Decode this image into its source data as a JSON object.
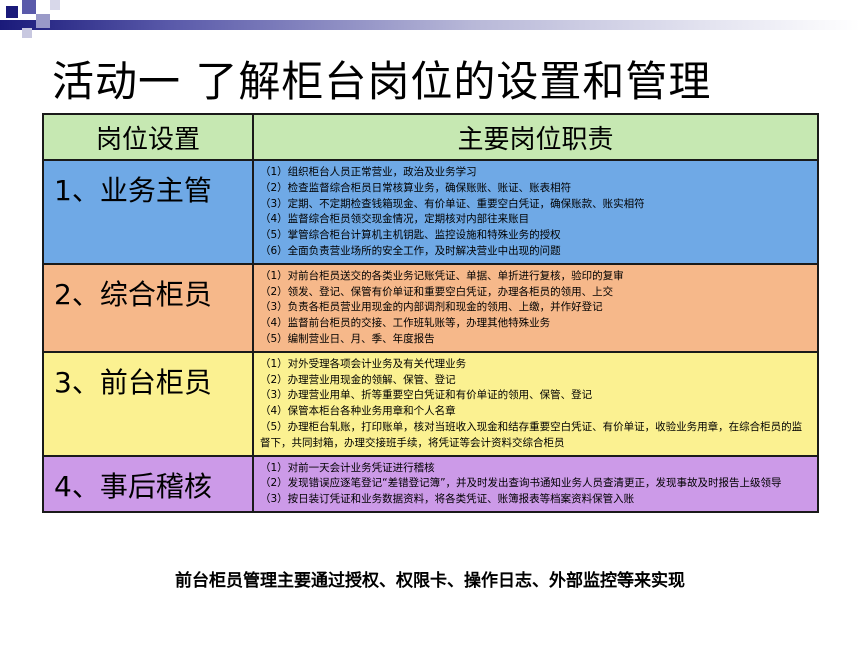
{
  "title": "活动一  了解柜台岗位的设置和管理",
  "table": {
    "headers": [
      "岗位设置",
      "主要岗位职责"
    ],
    "rows": [
      {
        "role": "1、业务主管",
        "duties": [
          "（1）组织柜台人员正常营业，政治及业务学习",
          "（2）检查监督综合柜员日常核算业务，确保账账、账证、账表相符",
          "（3）定期、不定期检查钱箱现金、有价单证、重要空白凭证，确保账款、账实相符",
          "（4）监督综合柜员领交现金情况，定期核对内部往来账目",
          "（5）掌管综合柜台计算机主机钥匙、监控设施和特殊业务的授权",
          "（6）全面负责营业场所的安全工作，及时解决营业中出现的问题"
        ]
      },
      {
        "role": "2、综合柜员",
        "duties": [
          "（1）对前台柜员送交的各类业务记账凭证、单据、单折进行复核，验印的复审",
          "（2）领发、登记、保管有价单证和重要空白凭证，办理各柜员的领用、上交",
          "（3）负责各柜员营业用现金的内部调剂和现金的领用、上缴，并作好登记",
          "（4）监督前台柜员的交接、工作班轧账等，办理其他特殊业务",
          "（5）编制营业日、月、季、年度报告"
        ]
      },
      {
        "role": "3、前台柜员",
        "duties": [
          "（1）对外受理各项会计业务及有关代理业务",
          "（2）办理营业用现金的领解、保管、登记",
          "（3）办理营业用单、折等重要空白凭证和有价单证的领用、保管、登记",
          "（4）保管本柜台各种业务用章和个人名章",
          "（5）办理柜台轧账，打印账单，核对当班收入现金和结存重要空白凭证、有价单证，收验业务用章，在综合柜员的监督下，共同封箱，办理交接班手续，将凭证等会计资料交综合柜员"
        ]
      },
      {
        "role": "4、事后稽核",
        "duties": [
          "（1）对前一天会计业务凭证进行稽核",
          "（2）发现错误应逐笔登记“差错登记簿”，并及时发出查询书通知业务人员查清更正，发现事故及时报告上级领导",
          "（3）按日装订凭证和业务数据资料，将各类凭证、账簿报表等档案资料保管入账"
        ]
      }
    ]
  },
  "footer": "前台柜员管理主要通过授权、权限卡、操作日志、外部监控等来实现",
  "colors": {
    "header_bg": "#c6e8b2",
    "row1_bg": "#6fa9e6",
    "row2_bg": "#f6b88a",
    "row3_bg": "#fbf191",
    "row4_bg": "#cc9ae8"
  }
}
